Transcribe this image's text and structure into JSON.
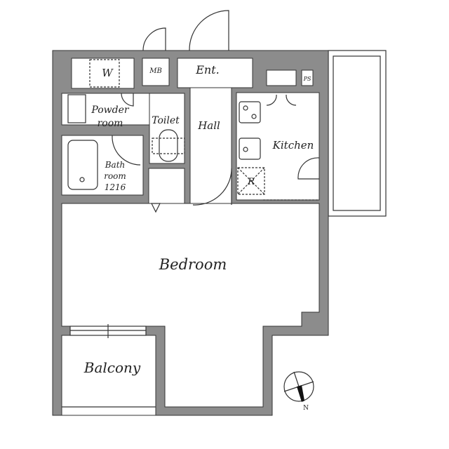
{
  "rooms": {
    "closet_w": "W",
    "meter_box": "MB",
    "entrance": "Ent.",
    "pipe_space": "PS",
    "powder_room_line1": "Powder",
    "powder_room_line2": "room",
    "toilet": "Toilet",
    "hall": "Hall",
    "kitchen": "Kitchen",
    "bathroom_line1": "Bath",
    "bathroom_line2": "room",
    "bathroom_line3": "1216",
    "refrigerator": "R",
    "bedroom": "Bedroom",
    "balcony": "Balcony"
  },
  "compass": {
    "north_label": "N"
  },
  "colors": {
    "wall": "#8c8c8c",
    "line": "#333333"
  }
}
